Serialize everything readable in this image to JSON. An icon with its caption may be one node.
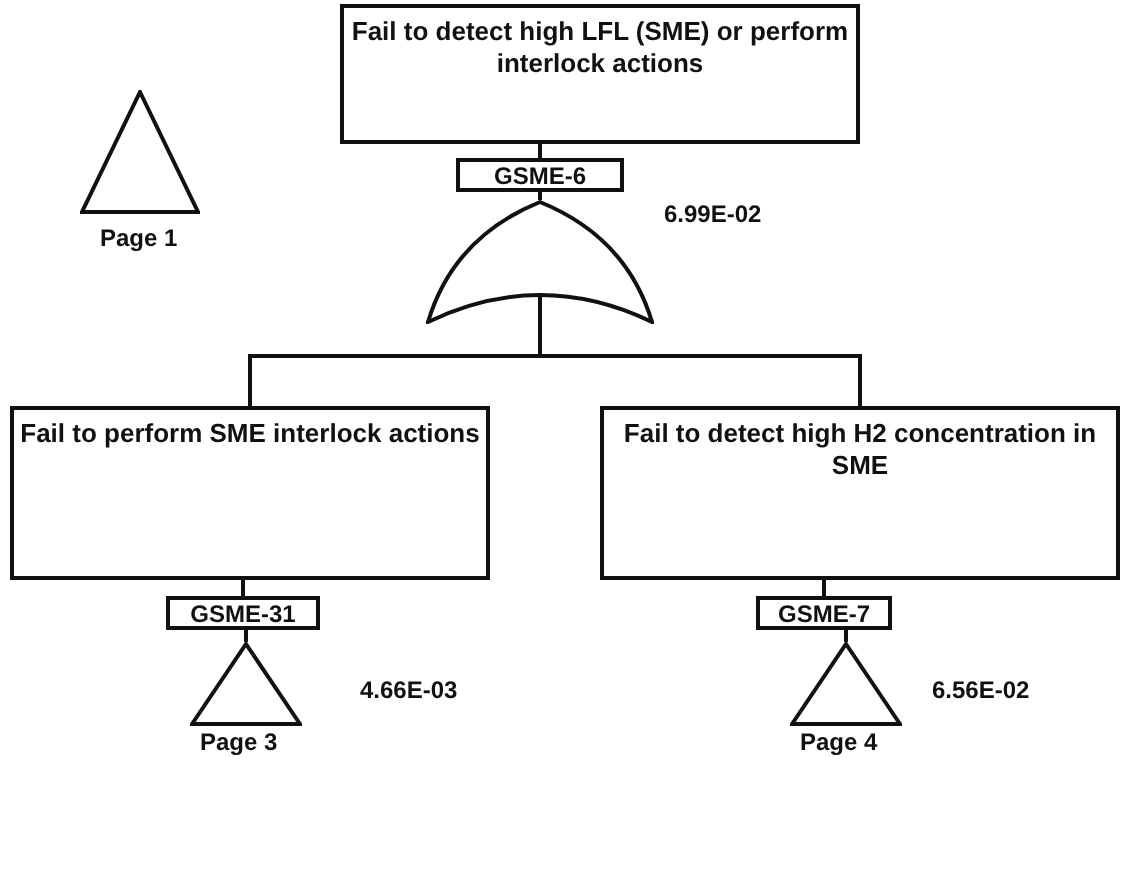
{
  "diagram": {
    "nodes": [
      {
        "text": [
          "Fail to detect high LFL (SME) or perform interlock actions"
        ]
      },
      {
        "text": [
          "GSME-6"
        ]
      },
      {
        "text": [],
        "shape": "gate"
      },
      {
        "text": [],
        "shape": "triangle",
        "beside": [
          "Page 1"
        ]
      },
      {
        "text": [
          "Fail to perform SME interlock actions"
        ]
      },
      {
        "text": [
          "GSME-31"
        ]
      },
      {
        "text": [],
        "shape": "triangle",
        "beside": [
          "Page 3"
        ]
      },
      {
        "text": [
          "Fail to detect high H2 concentration in SME"
        ]
      },
      {
        "text": [
          "GSME-7"
        ]
      },
      {
        "text": [],
        "shape": "triangle",
        "beside": [
          "Page 4"
        ]
      }
    ],
    "edges": [
      {
        "from": 0,
        "to": 1,
        "arrow": "none"
      },
      {
        "from": 1,
        "to": 2,
        "arrow": "none"
      },
      {
        "from": 2,
        "to": 4,
        "arrow": "none"
      },
      {
        "from": 2,
        "to": 7,
        "arrow": "none"
      },
      {
        "from": 4,
        "to": 5,
        "arrow": "none"
      },
      {
        "from": 5,
        "to": 6,
        "arrow": "none"
      },
      {
        "from": 7,
        "to": 8,
        "arrow": "none"
      },
      {
        "from": 8,
        "to": 9,
        "arrow": "none"
      }
    ],
    "labels": [
      "6.99E-02",
      "4.66E-03",
      "6.56E-02"
    ]
  }
}
